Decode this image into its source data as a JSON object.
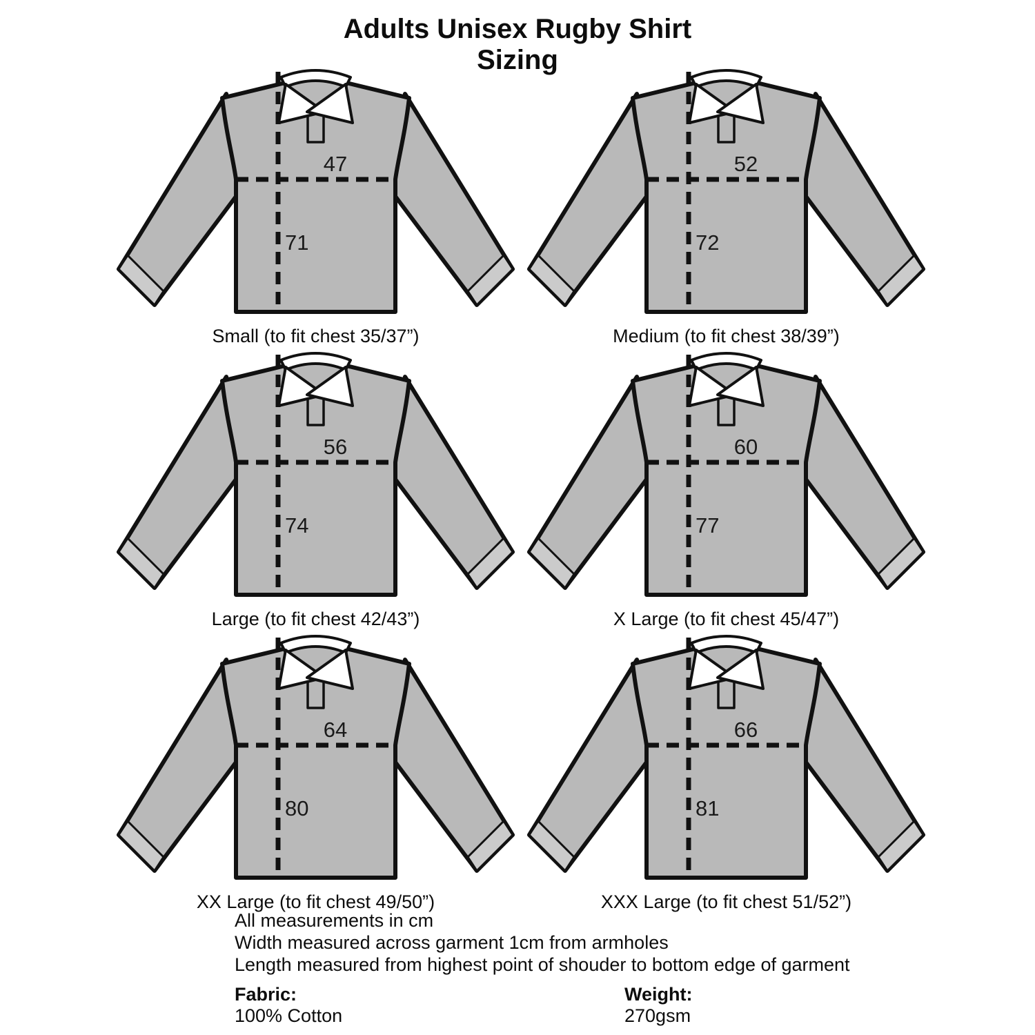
{
  "title": {
    "line1": "Adults Unisex Rugby Shirt",
    "line2": "Sizing"
  },
  "shirts": [
    {
      "size": "Small",
      "label": "Small (to fit chest 35/37”)",
      "width_cm": "47",
      "length_cm": "71"
    },
    {
      "size": "Medium",
      "label": "Medium (to fit chest 38/39”)",
      "width_cm": "52",
      "length_cm": "72"
    },
    {
      "size": "Large",
      "label": "Large (to fit chest 42/43”)",
      "width_cm": "56",
      "length_cm": "74"
    },
    {
      "size": "X Large",
      "label": "X Large (to fit chest 45/47”)",
      "width_cm": "60",
      "length_cm": "77"
    },
    {
      "size": "XX Large",
      "label": "XX Large (to fit chest 49/50”)",
      "width_cm": "64",
      "length_cm": "80"
    },
    {
      "size": "XXX Large",
      "label": "XXX Large (to fit chest 51/52”)",
      "width_cm": "66",
      "length_cm": "81"
    }
  ],
  "notes": [
    "All measurements in cm",
    "Width measured across garment 1cm from armholes",
    "Length measured from highest point of shouder to bottom edge of garment"
  ],
  "fabric": {
    "label": "Fabric:",
    "value": "100% Cotton"
  },
  "weight": {
    "label": "Weight:",
    "value": "270gsm"
  },
  "colors": {
    "shirt_body": "#b9b9b9",
    "cuff": "#cbcbcb",
    "collar": "#ffffff",
    "outline": "#111111",
    "background": "#ffffff"
  }
}
